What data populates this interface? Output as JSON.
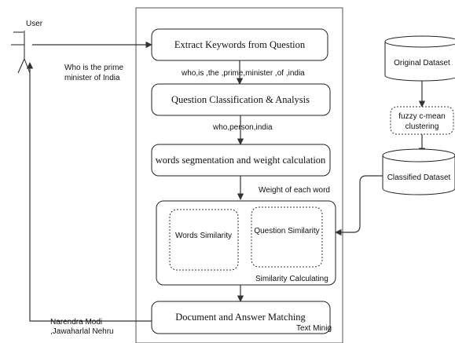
{
  "actor": {
    "label": "User"
  },
  "query": {
    "line1": "Who is the prime",
    "line2": "minister of India"
  },
  "pipeline": {
    "extract": "Extract Keywords from Question",
    "keywords": "who,is ,the ,prime,minister ,of ,india",
    "classify": "Question Classification & Analysis",
    "classified_terms": "who,person,india",
    "segment": "words segmentation and weight calculation",
    "weight_note": "Weight of each word",
    "similarity": {
      "words": "Words Similarity",
      "question": "Question Similarity",
      "caption": "Similarity Calculating"
    },
    "matching": "Document and Answer Matching",
    "matching_caption": "Text Minig"
  },
  "answer": {
    "line1": "Narendra Modi",
    "line2": ",Jawaharlal Nehru"
  },
  "dataset": {
    "original": "Original Dataset",
    "clustering_line1": "fuzzy c-mean",
    "clustering_line2": "clustering",
    "classified": "Classified Dataset"
  }
}
